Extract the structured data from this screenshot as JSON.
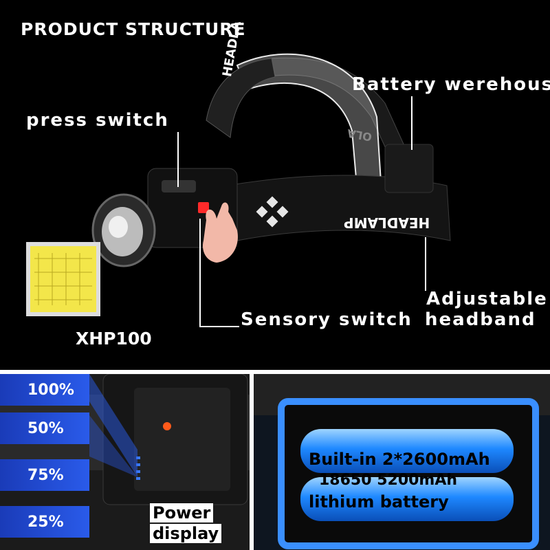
{
  "header": {
    "title": "PRODUCT STRUCTURE"
  },
  "labels": {
    "battery": "Battery werehous",
    "press_switch": "press switch",
    "adjustable": "Adjustable",
    "sensory": "Sensory switch",
    "headband": "headband",
    "chip": "XHP100"
  },
  "headlamp": {
    "strap_text": "HEADLAMP",
    "top_strap_text": "HEADLA",
    "band_text": "OLA"
  },
  "power": {
    "levels": [
      "100%",
      "50%",
      "75%",
      "25%"
    ],
    "display_line1": "Power",
    "display_line2": "display"
  },
  "battery_info": {
    "line1": "Built-in 2*2600mAh",
    "line2": "18650 5200mAh",
    "line3": "lithium battery"
  },
  "colors": {
    "accent_blue": "#2a5bea",
    "battery_blue": "#1e88ff",
    "indicator_red": "#ff2a2a"
  }
}
